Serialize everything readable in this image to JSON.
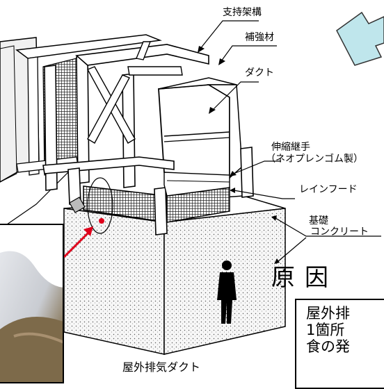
{
  "labels": {
    "support_frame": "支持架構",
    "reinforcement": "補強材",
    "duct": "ダクト",
    "expansion_joint_1": "伸縮継手",
    "expansion_joint_2": "（ネオプレンゴム製）",
    "rain_hood": "レインフード",
    "foundation_1": "基礎",
    "foundation_2": "コンクリート"
  },
  "cause": {
    "title": "原因",
    "lines": [
      "屋外排",
      "1箇所",
      "食の発"
    ]
  },
  "caption": "屋外排気ダクト",
  "colors": {
    "arrow_fill": "#bfe6ec",
    "marker_red": "#e0001b",
    "concrete": "#f4f4f4",
    "mesh": "#3a3a3a"
  }
}
